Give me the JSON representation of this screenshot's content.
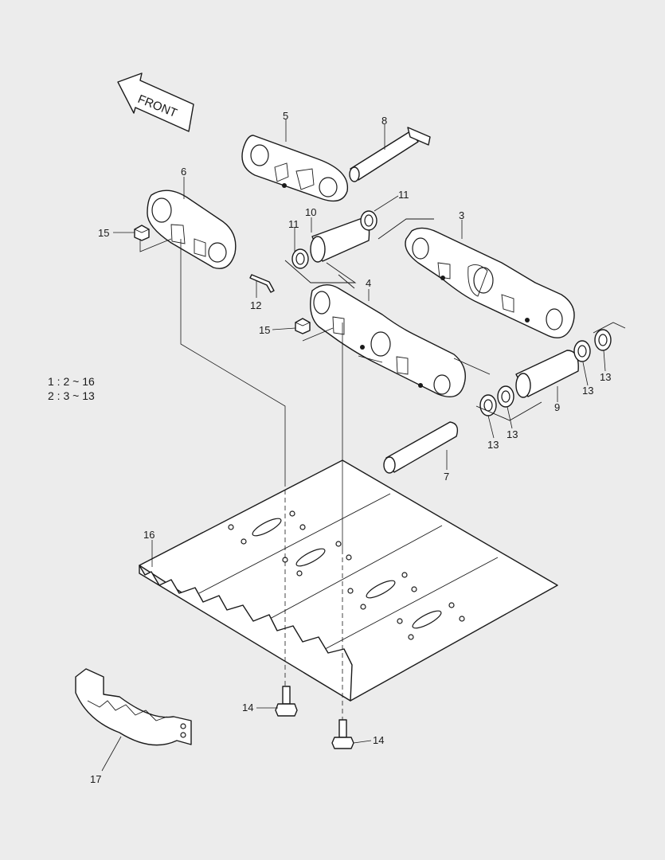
{
  "front_arrow": {
    "text": "FRONT"
  },
  "legend": {
    "line1": "1 : 2 ~ 16",
    "line2": "2 : 3 ~ 13"
  },
  "callouts": {
    "c3": "3",
    "c4": "4",
    "c5": "5",
    "c6": "6",
    "c7": "7",
    "c8": "8",
    "c9": "9",
    "c10": "10",
    "c11a": "11",
    "c11b": "11",
    "c12": "12",
    "c13a": "13",
    "c13b": "13",
    "c13c": "13",
    "c13d": "13",
    "c14a": "14",
    "c14b": "14",
    "c15a": "15",
    "c15b": "15",
    "c16": "16",
    "c17": "17"
  }
}
